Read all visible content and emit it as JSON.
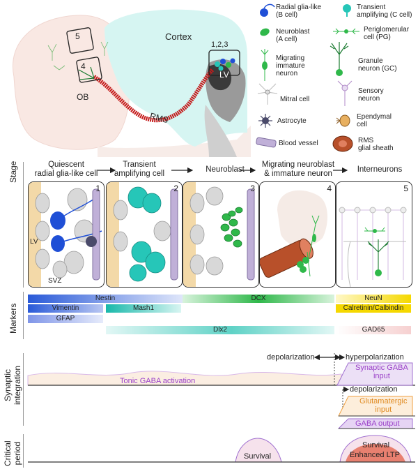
{
  "brain": {
    "cortex": "Cortex",
    "ob": "OB",
    "rms": "RMS",
    "lv": "LV",
    "box_5": "5",
    "box_4": "4",
    "box_123": "1,2,3"
  },
  "legend": [
    {
      "label": "Radial glia-like\n(B cell)",
      "icon": "radial-glia-icon"
    },
    {
      "label": "Transient\namplifying (C cell)",
      "icon": "transient-amplifying-icon"
    },
    {
      "label": "Neuroblast\n(A cell)",
      "icon": "neuroblast-icon"
    },
    {
      "label": "Periglomerular\ncell (PG)",
      "icon": "periglomerular-icon"
    },
    {
      "label": "Migrating\nimmature\nneuron",
      "icon": "migrating-neuron-icon"
    },
    {
      "label": "Granule\nneuron (GC)",
      "icon": "granule-neuron-icon"
    },
    {
      "label": "Mitral cell",
      "icon": "mitral-cell-icon"
    },
    {
      "label": "Sensory\nneuron",
      "icon": "sensory-neuron-icon"
    },
    {
      "label": "Astrocyte",
      "icon": "astrocyte-icon"
    },
    {
      "label": "Ependymal\ncell",
      "icon": "ependymal-cell-icon"
    },
    {
      "label": "Blood vessel",
      "icon": "blood-vessel-icon"
    },
    {
      "label": "RMS\nglial sheath",
      "icon": "rms-sheath-icon"
    }
  ],
  "stage": {
    "row_label": "Stage",
    "items": [
      "Quiescent\nradial glia-like cell",
      "Transient\namplifying cell",
      "Neuroblast",
      "Migrating neuroblast\n& immature neuron",
      "Interneurons"
    ],
    "panel_numbers": [
      "1",
      "2",
      "3",
      "4",
      "5"
    ],
    "panel1_lv": "LV",
    "panel1_svz": "SVZ"
  },
  "markers": {
    "row_label": "Markers",
    "nestin": "Nestin",
    "vimentin": "Vimentin",
    "mash1": "Mash1",
    "gfap": "GFAP",
    "dcx": "DCX",
    "neun": "NeuN",
    "calretinin": "Calretinin/Calbindin",
    "dlx2": "Dlx2",
    "gad65": "GAD65"
  },
  "synaptic": {
    "row_label": "Synaptic\nintegration",
    "depolarization_1": "depolarization",
    "hyperpolarization": "hyperpolarization",
    "tonic": "Tonic GABA activation",
    "synaptic_gaba": "Synaptic GABA\ninput",
    "depolarization_2": "depolarization",
    "glutamatergic": "Glutamatergic\ninput",
    "gaba_output": "GABA output"
  },
  "critical": {
    "row_label": "Critical\nperiod",
    "survival_1": "Survival",
    "survival_2": "Survival",
    "enhanced_ltp": "Enhanced LTP"
  },
  "colors": {
    "blue": "#1f4fd6",
    "teal": "#26c6b8",
    "green": "#2fb84a",
    "yellow": "#f5d800",
    "purple": "#a070d0",
    "orange": "#f0a040",
    "rms_red": "#c41a1a"
  }
}
